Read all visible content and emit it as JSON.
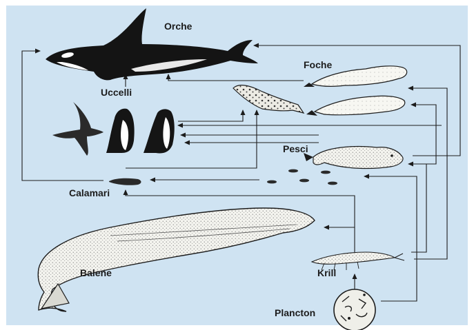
{
  "diagram": {
    "background_color": "#cfe3f2",
    "ink_color": "#1c1c1c",
    "nodes": {
      "orche": {
        "label": "Orche",
        "icon": "orca-illustration"
      },
      "foche": {
        "label": "Foche",
        "icon": "seal-illustration"
      },
      "uccelli": {
        "label": "Uccelli",
        "icon": "bird-illustration"
      },
      "pesci": {
        "label": "Pesci",
        "icon": "fish-illustration"
      },
      "calamari": {
        "label": "Calamari",
        "icon": "squid-illustration"
      },
      "balene": {
        "label": "Balene",
        "icon": "whale-illustration"
      },
      "krill": {
        "label": "Krill",
        "icon": "krill-illustration"
      },
      "plancton": {
        "label": "Plancton",
        "icon": "plankton-illustration"
      }
    },
    "links": [
      [
        "calamari",
        "orche"
      ],
      [
        "foche",
        "orche"
      ],
      [
        "pesci",
        "orche"
      ],
      [
        "uccelli",
        "foche"
      ],
      [
        "pesci",
        "foche"
      ],
      [
        "krill",
        "foche"
      ],
      [
        "krill",
        "uccelli"
      ],
      [
        "pesci",
        "uccelli"
      ],
      [
        "calamari",
        "uccelli"
      ],
      [
        "krill",
        "pesci"
      ],
      [
        "pesci",
        "calamari"
      ],
      [
        "krill",
        "calamari"
      ],
      [
        "krill",
        "balene"
      ],
      [
        "plancton",
        "krill"
      ],
      [
        "plancton",
        "pesci"
      ]
    ]
  }
}
